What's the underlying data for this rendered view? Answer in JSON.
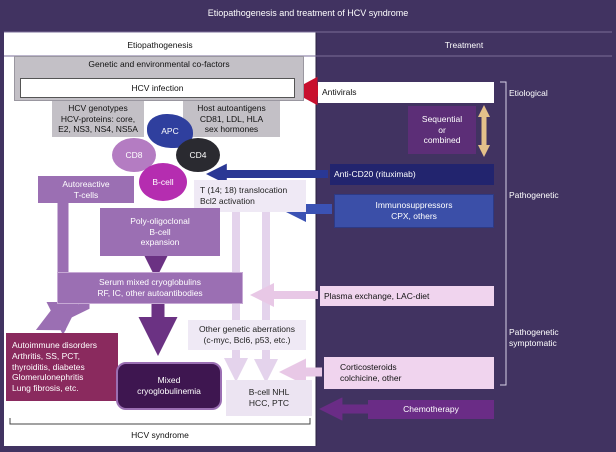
{
  "title": "Etiopathogenesis and treatment of HCV syndrome",
  "panels": {
    "left": "Etiopathogenesis",
    "right": "Treatment",
    "footer": "HCV syndrome"
  },
  "colors": {
    "background": "#413361",
    "right_panel": "#413361",
    "left_panel": "#ffffff",
    "antiviral_arrow": "#c8102e",
    "rituximab_arrow": "#2a3894",
    "immuno_arrow": "#3b52b4",
    "double_arrow": "#e4c08a"
  },
  "boxes": {
    "cofactors": "Genetic and environmental co-factors",
    "infection": "HCV infection",
    "genotypes": [
      "HCV genotypes",
      "HCV-proteins: core,",
      "E2, NS3, NS4, NS5A"
    ],
    "autoantigens": [
      "Host autoantigens",
      "CD81, LDL, HLA",
      "sex hormones"
    ],
    "apc": "APC",
    "cd8": "CD8",
    "cd4": "CD4",
    "bcell": "B-cell",
    "autoreactive": [
      "Autoreactive",
      "T-cells"
    ],
    "translocation": [
      "T (14; 18) translocation",
      "Bcl2 activation"
    ],
    "polyoligoclonal": [
      "Poly-oligoclonal",
      "B-cell",
      "expansion"
    ],
    "cryoglobulins": [
      "Serum mixed cryoglobulins",
      "RF, IC, other autoantibodies"
    ],
    "aberrations": [
      "Other genetic aberrations",
      "(c-myc, Bcl6, p53, etc.)"
    ],
    "autoimmune": [
      "Autoimmune disorders",
      "Arthritis, SS, PCT,",
      "thyroiditis, diabetes",
      "Glomerulonephritis",
      "Lung fibrosis, etc."
    ],
    "mixed": [
      "Mixed",
      "cryoglobulinemia"
    ],
    "nhl": [
      "B-cell NHL",
      "HCC, PTC"
    ]
  },
  "treatments": {
    "antivirals": "Antivirals",
    "sequential": [
      "Sequential",
      "or",
      "combined"
    ],
    "rituximab": "Anti-CD20 (rituximab)",
    "immuno": [
      "Immunosuppressors",
      "CPX, others"
    ],
    "plasma": "Plasma exchange, LAC-diet",
    "cortico": [
      "Corticosteroids",
      "colchicine, other"
    ],
    "chemo": "Chemotherapy"
  },
  "categories": {
    "etiological": "Etiological",
    "pathogenetic": "Pathogenetic",
    "symptomatic": [
      "Pathogenetic",
      "symptomatic"
    ]
  }
}
